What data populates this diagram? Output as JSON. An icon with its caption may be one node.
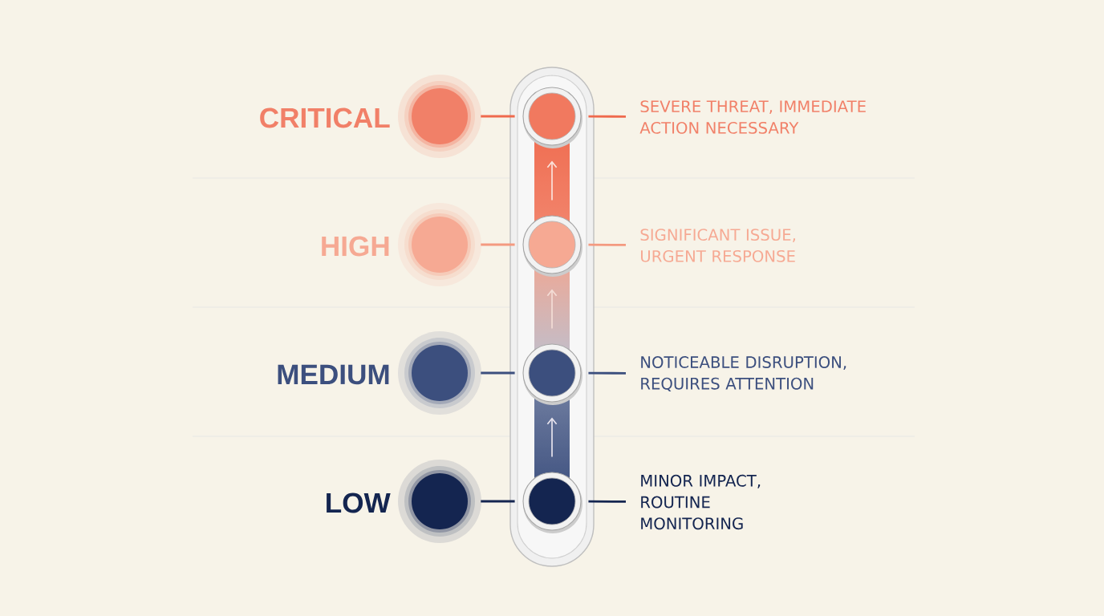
{
  "diagram": {
    "nodes": [
      {
        "text": [],
        "shape": "circle",
        "beside": [
          "CRITICAL"
        ]
      },
      {
        "text": [],
        "shape": "circle"
      },
      {
        "text": [
          "SEVERE THREAT, IMMEDIATE ACTION NECESSARY"
        ]
      },
      {
        "text": [],
        "shape": "circle",
        "beside": [
          "HIGH"
        ]
      },
      {
        "text": [],
        "shape": "circle"
      },
      {
        "text": [
          "SIGNIFICANT ISSUE, URGENT RESPONSE"
        ]
      },
      {
        "text": [],
        "shape": "circle",
        "beside": [
          "MEDIUM"
        ]
      },
      {
        "text": [],
        "shape": "circle"
      },
      {
        "text": [
          "NOTICEABLE DISRUPTION, REQUIRES ATTENTION"
        ]
      },
      {
        "text": [],
        "shape": "circle",
        "beside": [
          "LOW"
        ]
      },
      {
        "text": [],
        "shape": "circle"
      },
      {
        "text": [
          "MINOR IMPACT, ROUTINE MONITORING"
        ]
      }
    ],
    "edges": [
      {
        "from": 0,
        "to": 1,
        "arrow": "none",
        "color": "#ef6a4d"
      },
      {
        "from": 1,
        "to": 2,
        "arrow": "none",
        "color": "#ef6a4d"
      },
      {
        "from": 3,
        "to": 4,
        "arrow": "none",
        "color": "#f49a80"
      },
      {
        "from": 4,
        "to": 5,
        "arrow": "none",
        "color": "#f49a80"
      },
      {
        "from": 6,
        "to": 7,
        "arrow": "none",
        "color": "#3c4f7e"
      },
      {
        "from": 7,
        "to": 8,
        "arrow": "none",
        "color": "#3c4f7e"
      },
      {
        "from": 9,
        "to": 10,
        "arrow": "none",
        "color": "#142550"
      },
      {
        "from": 10,
        "to": 11,
        "arrow": "none",
        "color": "#142550"
      },
      {
        "from": 10,
        "to": 7,
        "arrow": "to",
        "color": "#e8e4ee"
      },
      {
        "from": 7,
        "to": 4,
        "arrow": "to",
        "color": "#f4ddd6"
      },
      {
        "from": 4,
        "to": 1,
        "arrow": "to",
        "color": "#fbe3dc"
      }
    ]
  }
}
